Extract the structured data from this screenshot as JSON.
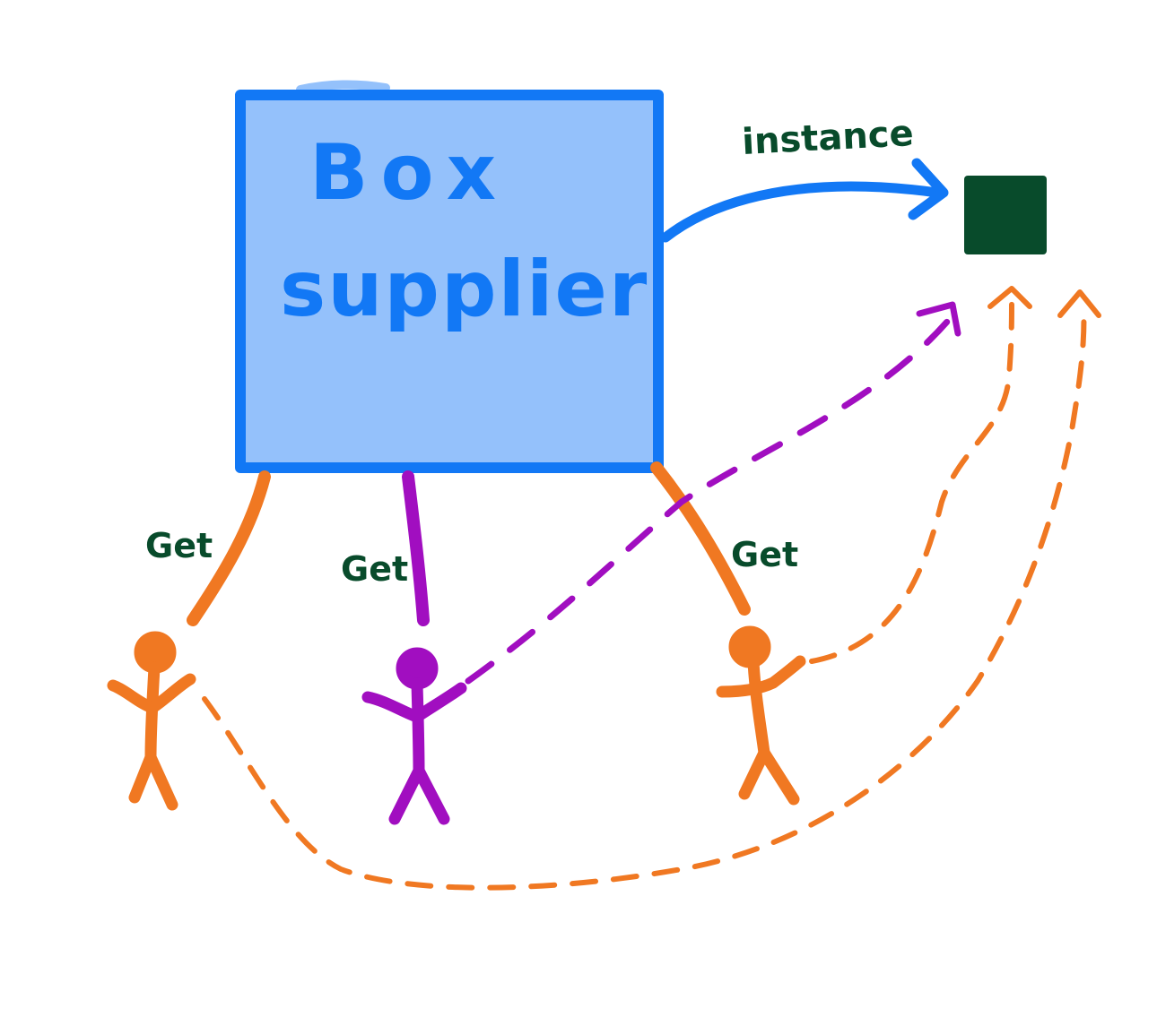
{
  "diagram": {
    "box": {
      "title_line1": "Box",
      "title_line2": "supplier"
    },
    "instance_label": "instance",
    "get_labels": [
      "Get",
      "Get",
      "Get"
    ]
  },
  "colors": {
    "box_fill": "#94c1fb",
    "box_stroke": "#1278f5",
    "box_text": "#1278f5",
    "instance_square": "#084b2b",
    "label_text": "#084b2b",
    "orange": "#f07822",
    "purple": "#a10ec0"
  }
}
